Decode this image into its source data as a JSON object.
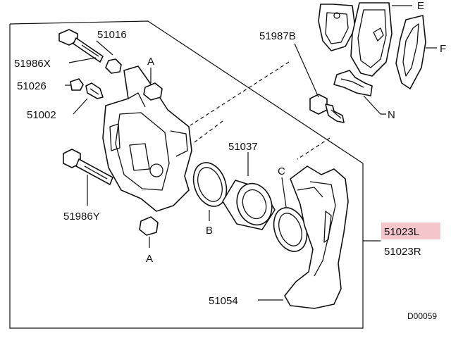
{
  "labels": {
    "part_51016": "51016",
    "part_51986x": "51986X",
    "part_51026": "51026",
    "part_51002": "51002",
    "part_51986y": "51986Y",
    "part_51987b": "51987B",
    "part_51037": "51037",
    "part_51023l": "51023L",
    "part_51023r": "51023R",
    "part_51054": "51054",
    "ref_a_top": "A",
    "ref_a_bottom": "A",
    "ref_b": "B",
    "ref_c": "C",
    "ref_e": "E",
    "ref_f": "F",
    "ref_n": "N",
    "diagram_code": "D00059"
  },
  "colors": {
    "highlight": "#f4c6cc",
    "ink": "#111111"
  }
}
